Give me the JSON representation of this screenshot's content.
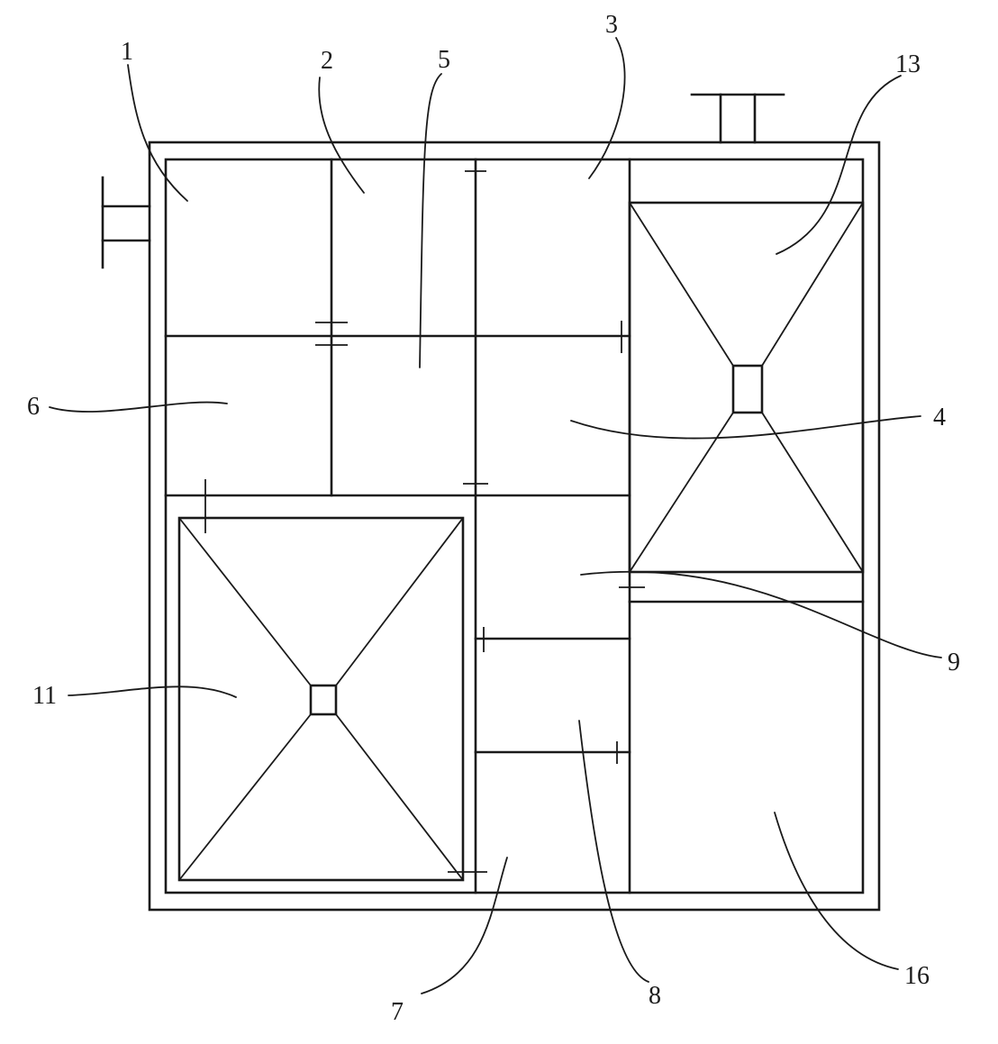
{
  "labels": {
    "l1": "1",
    "l2": "2",
    "l3": "3",
    "l4": "4",
    "l5": "5",
    "l6": "6",
    "l7": "7",
    "l8": "8",
    "l9": "9",
    "l11": "11",
    "l13": "13",
    "l16": "16"
  }
}
